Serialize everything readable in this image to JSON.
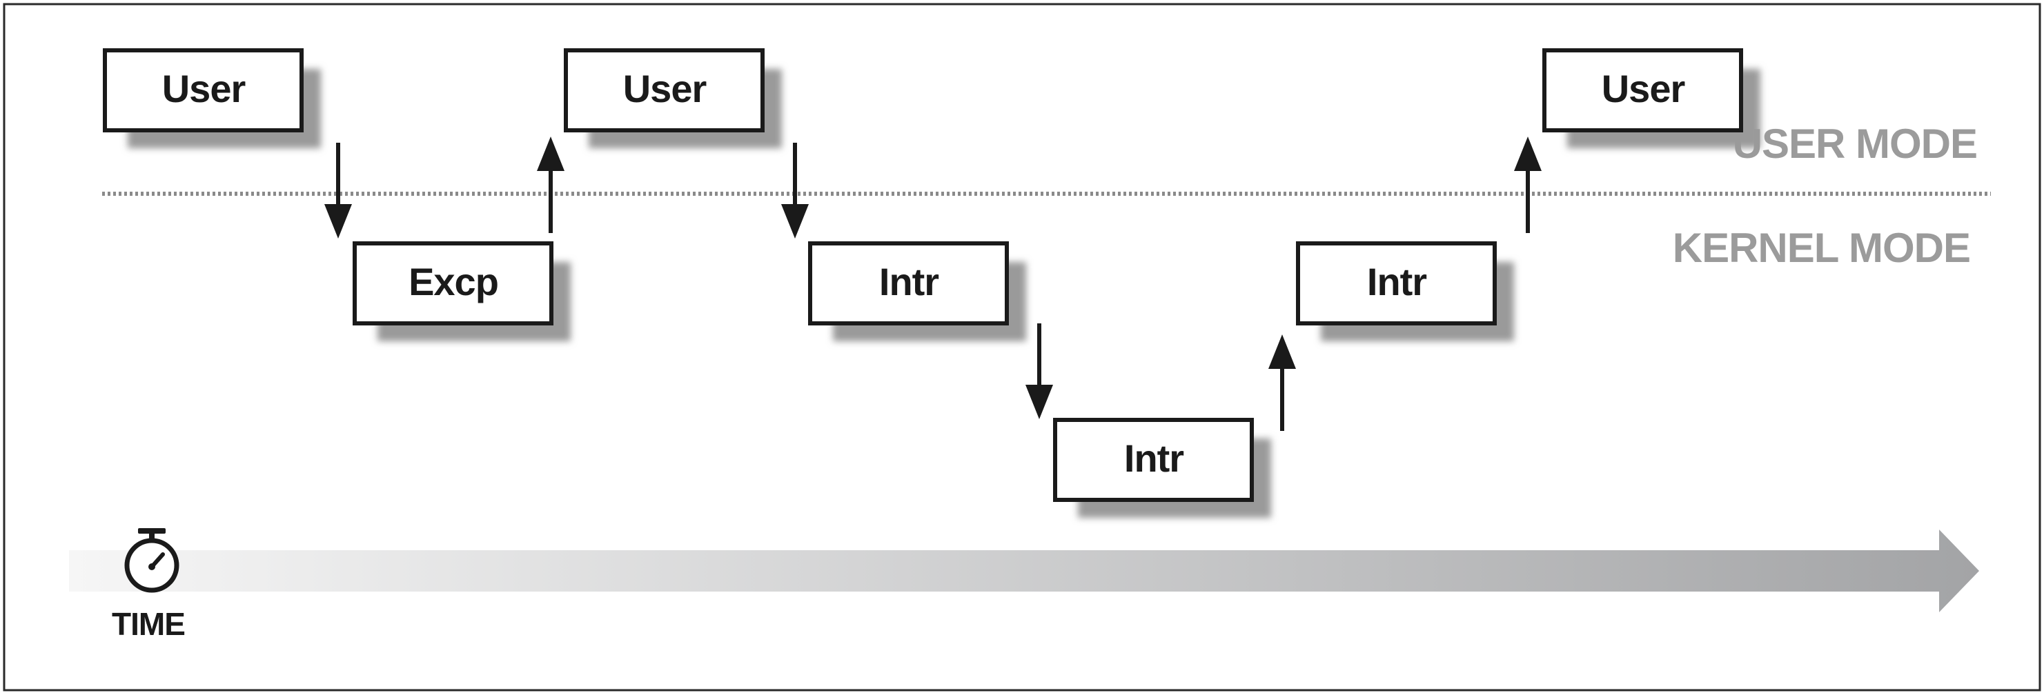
{
  "diagram": {
    "boxes": [
      {
        "id": "user-1",
        "label": "User",
        "mode": "user"
      },
      {
        "id": "excp",
        "label": "Excp",
        "mode": "kernel"
      },
      {
        "id": "user-2",
        "label": "User",
        "mode": "user"
      },
      {
        "id": "intr-1",
        "label": "Intr",
        "mode": "kernel"
      },
      {
        "id": "intr-2",
        "label": "Intr",
        "mode": "kernel-nested"
      },
      {
        "id": "intr-3",
        "label": "Intr",
        "mode": "kernel"
      },
      {
        "id": "user-3",
        "label": "User",
        "mode": "user"
      }
    ],
    "transitions": [
      {
        "from": "user-1",
        "to": "excp",
        "direction": "down"
      },
      {
        "from": "excp",
        "to": "user-2",
        "direction": "up"
      },
      {
        "from": "user-2",
        "to": "intr-1",
        "direction": "down"
      },
      {
        "from": "intr-1",
        "to": "intr-2",
        "direction": "down"
      },
      {
        "from": "intr-2",
        "to": "intr-3",
        "direction": "up"
      },
      {
        "from": "intr-3",
        "to": "user-3",
        "direction": "up"
      }
    ],
    "user_mode_label": "USER MODE",
    "kernel_mode_label": "KERNEL MODE",
    "time_label": "TIME",
    "time_icon": "stopwatch-icon",
    "colors": {
      "box_border": "#1a1a1a",
      "shadow": "#9a9a9a",
      "mode_label": "#9b9b9b",
      "divider": "#8a8a8a",
      "time_arrow_start": "#f4f4f4",
      "time_arrow_end": "#a3a4a6"
    }
  }
}
